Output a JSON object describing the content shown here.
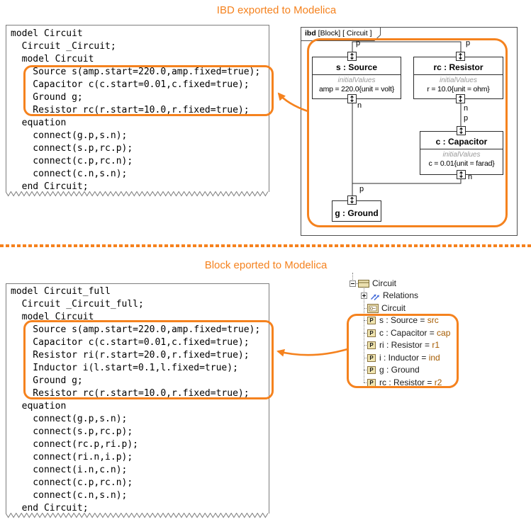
{
  "titles": {
    "top": "IBD exported to Modelica",
    "bottom": "Block eported to Modelica"
  },
  "colors": {
    "accent": "#F5821E",
    "part_value_text": "#A55B00"
  },
  "top_code": {
    "lines": [
      "model Circuit",
      "  Circuit _Circuit;",
      "  model Circuit",
      "    Source s(amp.start=220.0,amp.fixed=true);",
      "    Capacitor c(c.start=0.01,c.fixed=true);",
      "    Ground g;",
      "    Resistor rc(r.start=10.0,r.fixed=true);",
      "  equation",
      "    connect(g.p,s.n);",
      "    connect(s.p,rc.p);",
      "    connect(c.p,rc.n);",
      "    connect(c.n,s.n);",
      "  end Circuit;"
    ]
  },
  "bottom_code": {
    "lines": [
      "model Circuit_full",
      "  Circuit _Circuit_full;",
      "  model Circuit",
      "    Source s(amp.start=220.0,amp.fixed=true);",
      "    Capacitor c(c.start=0.01,c.fixed=true);",
      "    Resistor ri(r.start=20.0,r.fixed=true);",
      "    Inductor i(l.start=0.1,l.fixed=true);",
      "    Ground g;",
      "    Resistor rc(r.start=10.0,r.fixed=true);",
      "  equation",
      "    connect(g.p,s.n);",
      "    connect(s.p,rc.p);",
      "    connect(rc.p,ri.p);",
      "    connect(ri.n,i.p);",
      "    connect(i.n,c.n);",
      "    connect(c.p,rc.n);",
      "    connect(c.n,s.n);",
      "  end Circuit;"
    ]
  },
  "ibd": {
    "tab_bold": "ibd",
    "tab_rest": " [Block] [ Circuit ]",
    "blocks": [
      {
        "title": "s : Source",
        "stereotype": "initialValues",
        "value": "amp = 220.0{unit = volt}"
      },
      {
        "title": "rc : Resistor",
        "stereotype": "initialValues",
        "value": "r = 10.0{unit = ohm}"
      },
      {
        "title": "c : Capacitor",
        "stereotype": "initialValues",
        "value": "c = 0.01{unit = farad}"
      },
      {
        "title": "g : Ground"
      }
    ],
    "port_labels": [
      "p",
      "p",
      "n",
      "n",
      "p",
      "n",
      "p"
    ]
  },
  "tree": {
    "part_icon_letter": "P",
    "items": [
      {
        "label": "Circuit",
        "icon": "block"
      },
      {
        "label": "Relations",
        "icon": "relations"
      },
      {
        "label": "Circuit",
        "icon": "diagram"
      },
      {
        "label": "s : Source",
        "eq": " = ",
        "value": "src",
        "icon": "part"
      },
      {
        "label": "c : Capacitor",
        "eq": " = ",
        "value": "cap",
        "icon": "part"
      },
      {
        "label": "ri : Resistor",
        "eq": " = ",
        "value": "r1",
        "icon": "part"
      },
      {
        "label": "i : Inductor",
        "eq": " = ",
        "value": "ind",
        "icon": "part"
      },
      {
        "label": "g : Ground",
        "eq": "",
        "value": "",
        "icon": "part"
      },
      {
        "label": "rc : Resistor",
        "eq": " = ",
        "value": "r2",
        "icon": "part"
      }
    ]
  }
}
